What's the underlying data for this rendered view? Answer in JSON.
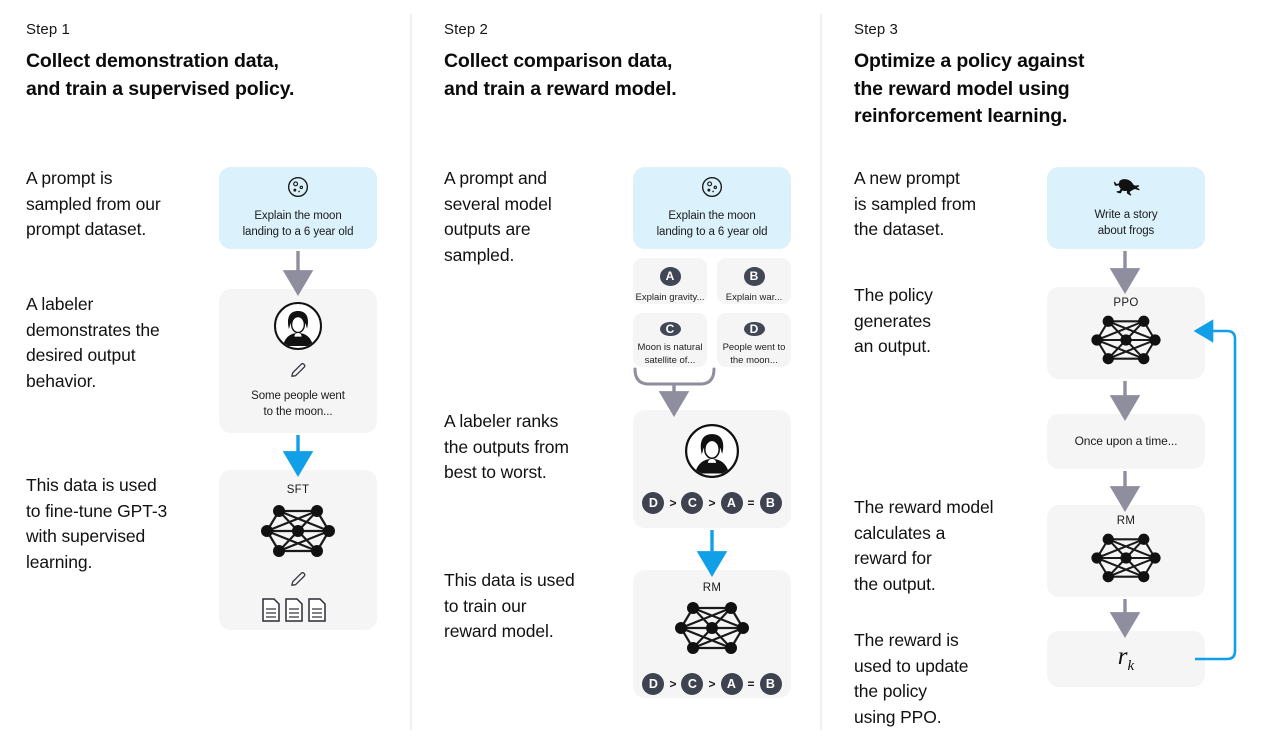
{
  "steps": [
    {
      "label": "Step 1",
      "title": "Collect demonstration data,\nand train a supervised policy.",
      "captions": [
        "A prompt is\nsampled from our\nprompt dataset.",
        "A labeler\ndemonstrates the\ndesired output\nbehavior.",
        "This data is used\nto fine-tune GPT-3\nwith supervised\nlearning."
      ],
      "prompt_card": {
        "icon": "moon-icon",
        "text": "Explain the moon\nlanding to a 6 year old"
      },
      "labeler_card": {
        "icon": "labeler-avatar-icon",
        "pencil": "pencil-icon",
        "text": "Some people went\nto the moon..."
      },
      "model_card": {
        "title": "SFT",
        "icon": "neural-network-icon",
        "pencil": "pencil-icon",
        "docs": "documents-icon"
      }
    },
    {
      "label": "Step 2",
      "title": "Collect comparison data,\nand train a reward model.",
      "captions": [
        "A prompt and\nseveral model\noutputs are\nsampled.",
        "A labeler ranks\nthe outputs from\nbest to worst.",
        "This data is used\nto train our\nreward model."
      ],
      "prompt_card": {
        "icon": "moon-icon",
        "text": "Explain the moon\nlanding to a 6 year old"
      },
      "options": [
        {
          "letter": "A",
          "text": "Explain gravity..."
        },
        {
          "letter": "B",
          "text": "Explain war..."
        },
        {
          "letter": "C",
          "text": "Moon is natural\nsatellite of..."
        },
        {
          "letter": "D",
          "text": "People went to\nthe moon..."
        }
      ],
      "ranking": [
        "D",
        ">",
        "C",
        ">",
        "A",
        "=",
        "B"
      ],
      "labeler_card": {
        "icon": "labeler-avatar-icon"
      },
      "model_card": {
        "title": "RM",
        "icon": "neural-network-icon"
      }
    },
    {
      "label": "Step 3",
      "title": "Optimize a policy against\nthe reward model using\nreinforcement learning.",
      "captions": [
        "A new prompt\nis sampled from\nthe dataset.",
        "The policy\ngenerates\nan output.",
        "The reward model\ncalculates a\nreward for\nthe output.",
        "The reward is\nused to update\nthe policy\nusing PPO."
      ],
      "prompt_card": {
        "icon": "frog-icon",
        "text": "Write a story\nabout frogs"
      },
      "policy_card": {
        "title": "PPO",
        "icon": "neural-network-icon"
      },
      "output_card": {
        "text": "Once upon a time..."
      },
      "reward_card": {
        "title": "RM",
        "icon": "neural-network-icon"
      },
      "reward_value": {
        "symbol": "r",
        "subscript": "k"
      }
    }
  ],
  "colors": {
    "prompt_card_bg": "#dbf1fb",
    "grey_card_bg": "#f5f5f5",
    "badge_bg": "#414756",
    "grey_arrow": "#8e8e9e",
    "blue_arrow": "#11a0e8",
    "divider": "#f0f0f0",
    "text": "#0d0d0d"
  }
}
